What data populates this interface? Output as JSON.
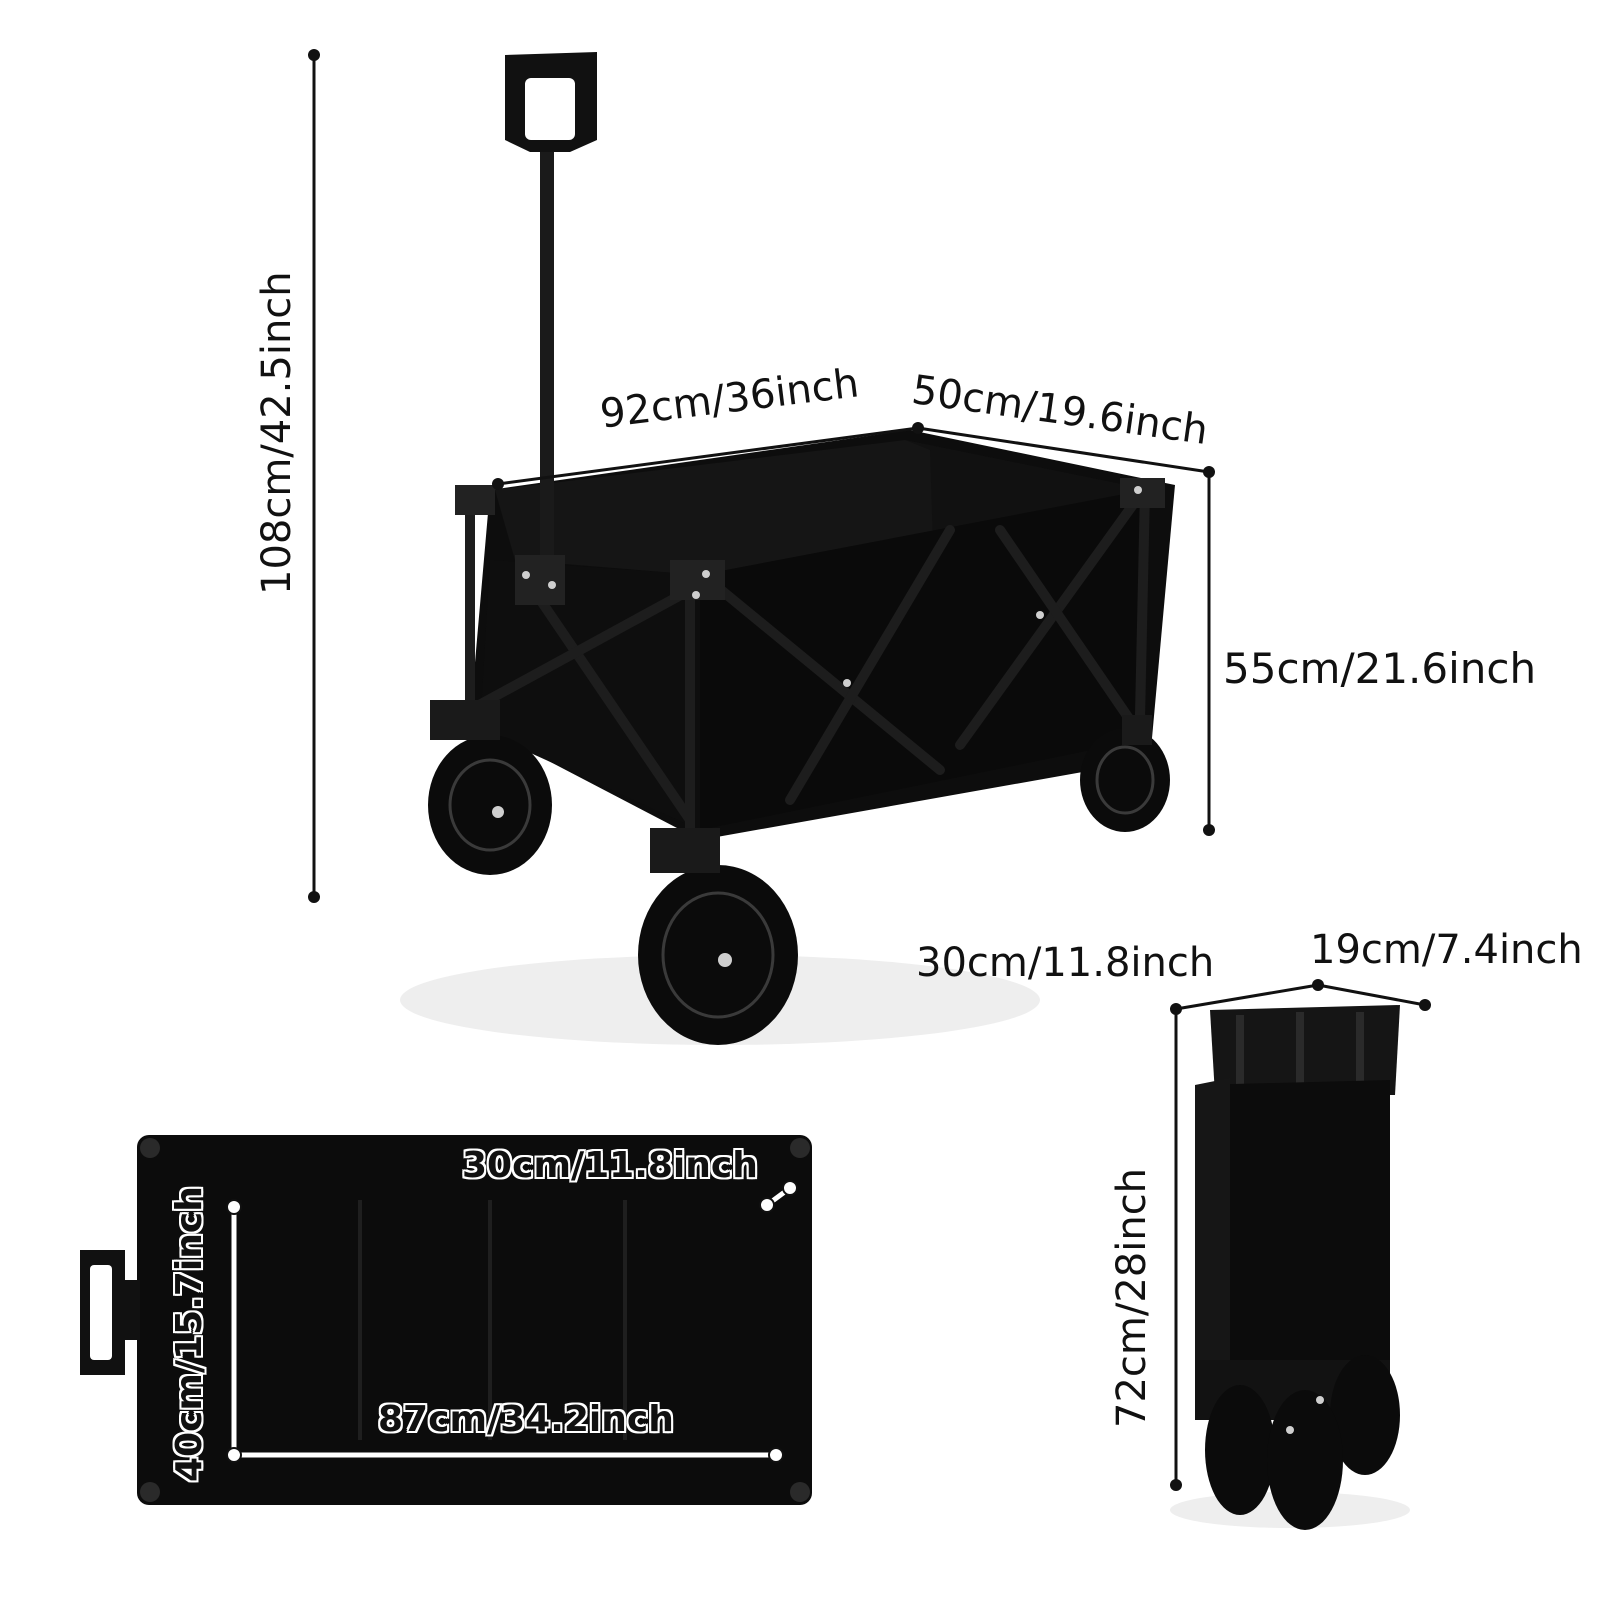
{
  "dimensions": {
    "total_height": "108cm/42.5inch",
    "length": "92cm/36inch",
    "width": "50cm/19.6inch",
    "bed_height": "55cm/21.6inch",
    "folded_depth": "30cm/11.8inch",
    "folded_width": "19cm/7.4inch",
    "folded_height": "72cm/28inch",
    "bottom_corner": "30cm/11.8inch",
    "bottom_width": "40cm/15.7inch",
    "bottom_length": "87cm/34.2inch"
  },
  "colors": {
    "product": "#0c0c0c",
    "frame": "#1a1a1a",
    "dimension_line": "#111111",
    "background": "#ffffff"
  }
}
